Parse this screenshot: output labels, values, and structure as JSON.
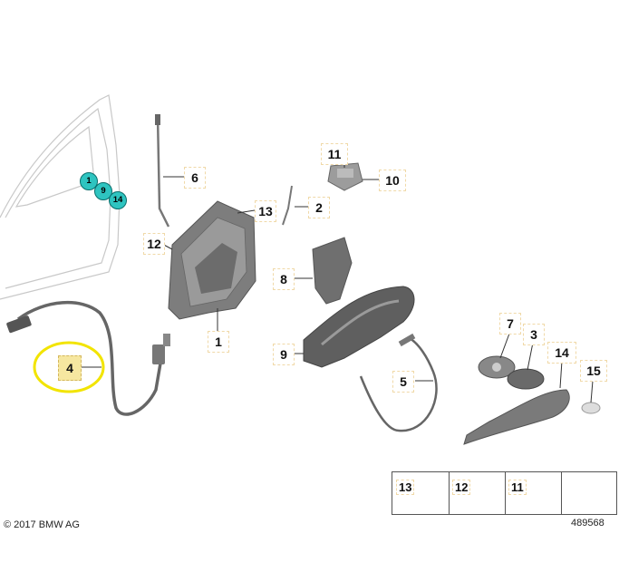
{
  "diagram": {
    "callouts": {
      "c1": "1",
      "c2": "2",
      "c3": "3",
      "c4": "4",
      "c5": "5",
      "c6": "6",
      "c7": "7",
      "c8": "8",
      "c9": "9",
      "c10": "10",
      "c11": "11",
      "c12": "12",
      "c13": "13",
      "c14": "14",
      "c15": "15"
    },
    "door_markers": {
      "m1": "1",
      "m9": "9",
      "m14": "14"
    },
    "legend": {
      "l13": "13",
      "l12": "12",
      "l11": "11"
    },
    "highlight_color": "#f2e400",
    "marker_color": "#2ec4c0"
  },
  "footer": {
    "copyright": "© 2017 BMW AG",
    "diagram_id": "489568"
  }
}
